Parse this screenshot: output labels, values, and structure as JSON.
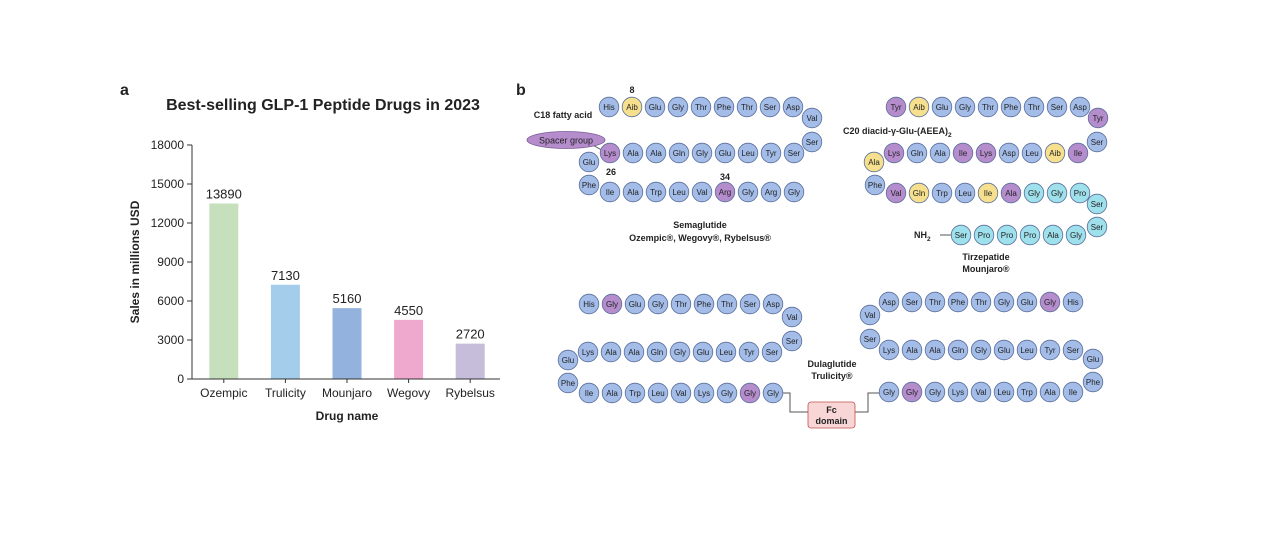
{
  "panel_a": {
    "label": "a"
  },
  "panel_b": {
    "label": "b"
  },
  "chart_data": {
    "type": "bar",
    "title": "Best-selling GLP-1 Peptide Drugs in 2023",
    "xlabel": "Drug name",
    "ylabel": "Sales in millions USD",
    "categories": [
      "Ozempic",
      "Trulicity",
      "Mounjaro",
      "Wegovy",
      "Rybelsus"
    ],
    "values": [
      13890,
      7130,
      5160,
      4550,
      2720
    ],
    "bar_values_plotted": [
      13500,
      7250,
      5450,
      4550,
      2720
    ],
    "bar_colors": [
      "#c6e0bd",
      "#a3cdea",
      "#93b2dd",
      "#efa9ce",
      "#c6bddb"
    ],
    "ylim": [
      0,
      18000
    ],
    "yticks": [
      0,
      3000,
      6000,
      9000,
      12000,
      15000,
      18000
    ],
    "grid": false,
    "legend": "none"
  },
  "peptides": {
    "colors": {
      "default": "#a3bde8",
      "aib": "#f6e08e",
      "modified": "#b58ccc",
      "cyan": "#9ee0ec",
      "fc": "#f9d6d6"
    },
    "semaglutide": {
      "name": "Semaglutide",
      "brands": "Ozempic®, Wegovy®, Rybelsus®",
      "fatty_acid": "C18 fatty acid",
      "spacer": "Spacer group",
      "pos8": "8",
      "pos26": "26",
      "pos34": "34",
      "row1": [
        "His",
        "Aib",
        "Glu",
        "Gly",
        "Thr",
        "Phe",
        "Thr",
        "Ser",
        "Asp"
      ],
      "turn1": [
        "Val",
        "Ser"
      ],
      "row2": [
        "Ser",
        "Tyr",
        "Leu",
        "Glu",
        "Gly",
        "Gln",
        "Ala",
        "Ala",
        "Lys"
      ],
      "turn2": [
        "Glu",
        "Phe"
      ],
      "row3": [
        "Ile",
        "Ala",
        "Trp",
        "Leu",
        "Val",
        "Arg",
        "Gly",
        "Arg",
        "Gly"
      ]
    },
    "tirzepatide": {
      "name": "Tirzepatide",
      "brands": "Mounjaro®",
      "diacid_main": "C20 diacid-γ-Glu-(AEEA)",
      "diacid_sub": "2",
      "nh2": "NH",
      "nh2_sub": "2",
      "row1": [
        "Tyr",
        "Aib",
        "Glu",
        "Gly",
        "Thr",
        "Phe",
        "Thr",
        "Ser",
        "Asp"
      ],
      "turn1": [
        "Tyr",
        "Ser"
      ],
      "row2": [
        "Ile",
        "Aib",
        "Leu",
        "Asp",
        "Lys",
        "Ile",
        "Ala",
        "Gln",
        "Lys"
      ],
      "turn2": [
        "Ala",
        "Phe"
      ],
      "row3": [
        "Val",
        "Gln",
        "Trp",
        "Leu",
        "Ile",
        "Ala",
        "Gly",
        "Gly",
        "Pro"
      ],
      "turn3": [
        "Ser",
        "Ser"
      ],
      "row4": [
        "Gly",
        "Ala",
        "Pro",
        "Pro",
        "Pro",
        "Ser"
      ]
    },
    "dulaglutide": {
      "name": "Dulaglutide",
      "brands": "Trulicity®",
      "fc_line1": "Fc",
      "fc_line2": "domain",
      "left_row1": [
        "His",
        "Gly",
        "Glu",
        "Gly",
        "Thr",
        "Phe",
        "Thr",
        "Ser",
        "Asp"
      ],
      "left_turn1": [
        "Val",
        "Ser"
      ],
      "left_row2": [
        "Ser",
        "Tyr",
        "Leu",
        "Glu",
        "Gly",
        "Gln",
        "Ala",
        "Ala",
        "Lys"
      ],
      "left_turn2": [
        "Glu",
        "Phe"
      ],
      "left_row3": [
        "Ile",
        "Ala",
        "Trp",
        "Leu",
        "Val",
        "Lys",
        "Gly",
        "Gly",
        "Gly"
      ],
      "right_row1": [
        "Asp",
        "Ser",
        "Thr",
        "Phe",
        "Thr",
        "Gly",
        "Glu",
        "Gly",
        "His"
      ],
      "right_turn1": [
        "Val",
        "Ser"
      ],
      "right_row2": [
        "Ser",
        "Tyr",
        "Leu",
        "Glu",
        "Gly",
        "Gln",
        "Ala",
        "Ala",
        "Lys"
      ],
      "right_turn2": [
        "Glu",
        "Phe"
      ],
      "right_row3": [
        "Ile",
        "Ala",
        "Trp",
        "Leu",
        "Val",
        "Lys",
        "Gly",
        "Gly",
        "Gly"
      ]
    }
  }
}
